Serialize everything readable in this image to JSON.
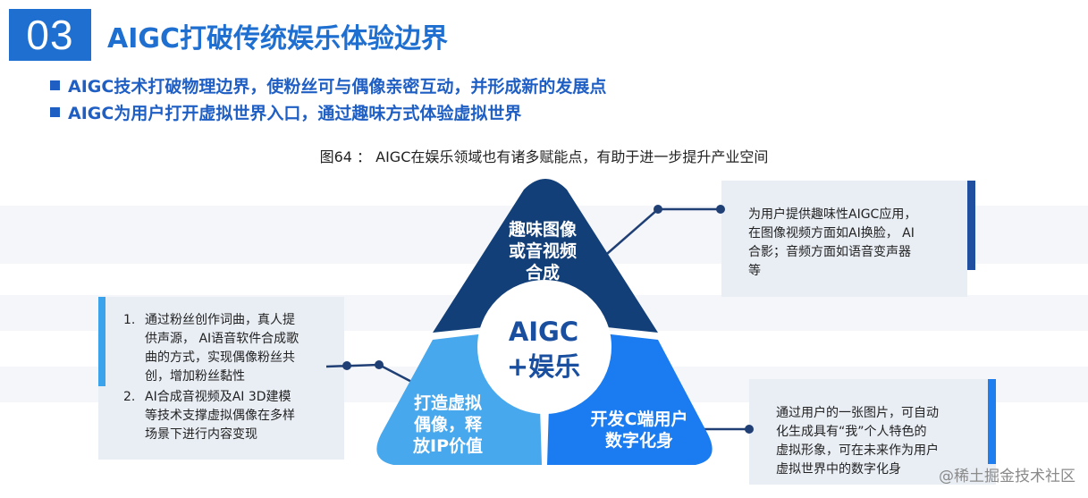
{
  "header": {
    "section_number": "03",
    "title": "AIGC打破传统娱乐体验边界"
  },
  "bullets": [
    "AIGC技术打破物理边界，使粉丝可与偶像亲密互动，并形成新的发展点",
    "AIGC为用户打开虚拟世界入口，通过趣味方式体验虚拟世界"
  ],
  "figure": {
    "caption": "图64 ： AIGC在娱乐领域也有诸多赋能点，有助于进一步提升产业空间"
  },
  "diagram": {
    "center": {
      "line1": "AIGC",
      "line2": "+娱乐"
    },
    "segments": {
      "top": "趣味图像\n或音视频\n合成",
      "left": "打造虚拟\n偶像，释\n放IP价值",
      "right": "开发C端用户\n数字化身"
    },
    "colors": {
      "top": "#123f78",
      "left": "#47a8ee",
      "right": "#1a7cf0",
      "accent": "#1f6fd1"
    }
  },
  "callouts": {
    "top_right": "为用户提供趣味性AIGC应用，\n在图像视频方面如AI换脸， AI\n合影；音频方面如语音变声器\n等",
    "left": [
      {
        "num": "1.",
        "text": "通过粉丝创作词曲，真人提\n供声源， AI语音软件合成歌\n曲的方式，实现偶像粉丝共\n创，增加粉丝黏性"
      },
      {
        "num": "2.",
        "text": "AI合成音视频及AI 3D建模\n等技术支撑虚拟偶像在多样\n场景下进行内容变现"
      }
    ],
    "bottom_right": "通过用户的一张图片，可自动\n化生成具有“我”个人特色的\n虚拟形象，可在未来作为用户\n虚拟世界中的数字化身"
  },
  "watermark": "@稀土掘金技术社区"
}
